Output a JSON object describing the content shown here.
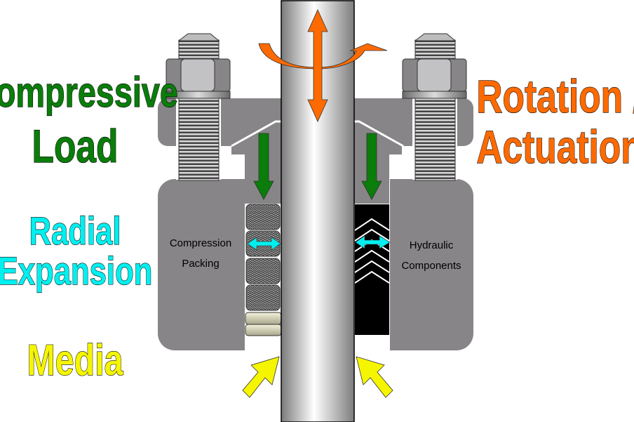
{
  "labels": {
    "compressive_1": "Compressive",
    "compressive_2": "Load",
    "radial_1": "Radial",
    "radial_2": "Expansion",
    "media": "Media",
    "rotation_1": "Rotation /",
    "rotation_2": "Actuation",
    "packing_1": "Compression",
    "packing_2": "Packing",
    "hydraulic_1": "Hydraulic",
    "hydraulic_2": "Components"
  },
  "colors": {
    "compressive": "#0a7d0a",
    "radial": "#00f0f0",
    "media": "#f5f500",
    "rotation": "#ff6a00",
    "housing": "#878587"
  }
}
